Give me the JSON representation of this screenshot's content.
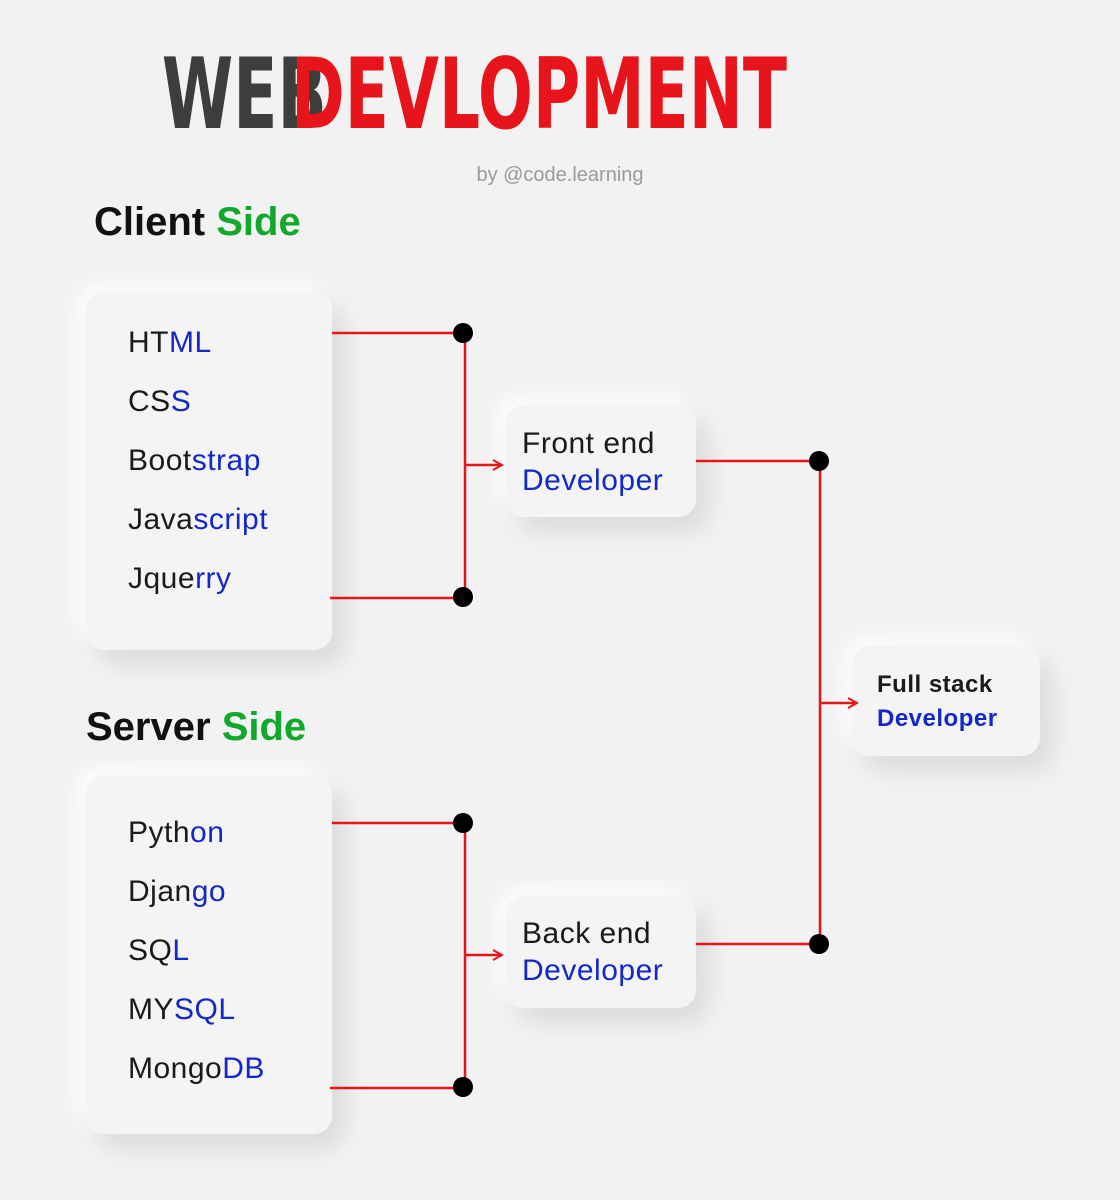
{
  "title": {
    "part1": "WEB",
    "part2": "DEVLOPMENT"
  },
  "byline": "by @code.learning",
  "client": {
    "title_main": "Client",
    "title_accent": "Side",
    "skills": [
      {
        "a": "HT",
        "b": "ML"
      },
      {
        "a": "CS",
        "b": "S"
      },
      {
        "a": "Boot",
        "b": "strap"
      },
      {
        "a": "Java",
        "b": "script"
      },
      {
        "a": "Jque",
        "b": "rry"
      }
    ]
  },
  "server": {
    "title_main": "Server",
    "title_accent": "Side",
    "skills": [
      {
        "a": "Pyth",
        "b": "on"
      },
      {
        "a": "Djan",
        "b": "go"
      },
      {
        "a": "SQ",
        "b": "L"
      },
      {
        "a": "MY",
        "b": "SQL"
      },
      {
        "a": "Mongo",
        "b": "DB"
      }
    ]
  },
  "roles": {
    "frontend": {
      "line1": "Front end",
      "line2": "Developer"
    },
    "backend": {
      "line1": "Back end",
      "line2": "Developer"
    },
    "fullstack": {
      "line1": "Full stack",
      "line2": "Developer"
    }
  },
  "colors": {
    "title_dark": "#3d3d3d",
    "title_red": "#e8141b",
    "accent_green": "#11a82c",
    "accent_blue": "#1428c8",
    "connector_red": "#e8141b",
    "dot": "#000000",
    "background": "#f2f2f2"
  }
}
